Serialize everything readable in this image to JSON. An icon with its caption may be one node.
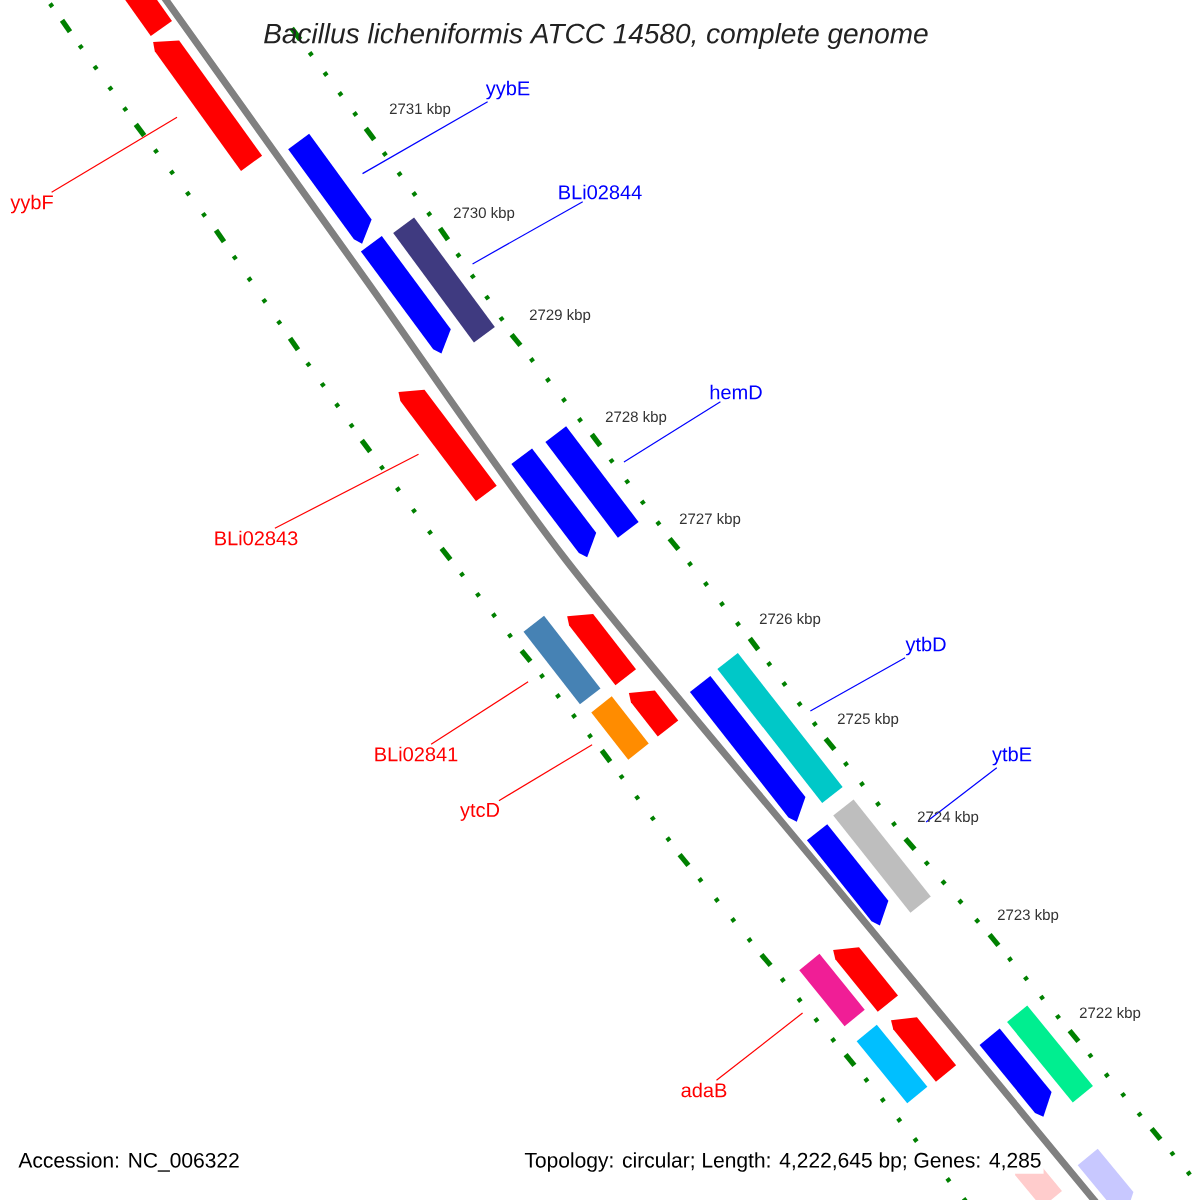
{
  "diagram": {
    "title": "*Bacillus licheniformis* ATCC 14580, complete genome",
    "nodes": [
      {
        "text": [
          "yybE"
        ]
      },
      {
        "text": [
          "BLi02844"
        ]
      },
      {
        "text": [
          "yybF"
        ]
      },
      {
        "text": [
          "hemD"
        ]
      },
      {
        "text": [
          "BLi02843"
        ]
      },
      {
        "text": [
          "ytbD"
        ]
      },
      {
        "text": [
          "BLi02841"
        ]
      },
      {
        "text": [
          "ytbE"
        ]
      },
      {
        "text": [
          "ytcD"
        ]
      },
      {
        "text": [
          "adaB"
        ]
      },
      {
        "text": [],
        "shape": "bar"
      },
      {
        "text": [],
        "shape": "bar"
      },
      {
        "text": [],
        "shape": "bar"
      },
      {
        "text": [],
        "shape": "bar"
      },
      {
        "text": [],
        "shape": "bar"
      },
      {
        "text": [],
        "shape": "bar"
      },
      {
        "text": [],
        "shape": "bar"
      },
      {
        "text": [],
        "shape": "bar"
      },
      {
        "text": [],
        "shape": "bar"
      },
      {
        "text": [],
        "shape": "bar"
      },
      {
        "text": [],
        "shape": "bar"
      },
      {
        "text": [],
        "shape": "bar"
      },
      {
        "text": [],
        "shape": "bar"
      },
      {
        "text": [],
        "shape": "bar"
      },
      {
        "text": [],
        "shape": "bar"
      },
      {
        "text": [],
        "shape": "bar"
      },
      {
        "text": [],
        "shape": "bar"
      },
      {
        "text": [],
        "shape": "bar"
      },
      {
        "text": [],
        "shape": "bar"
      },
      {
        "text": [],
        "shape": "bar"
      },
      {
        "text": [],
        "shape": "bar"
      },
      {
        "text": [],
        "shape": "bar"
      },
      {
        "text": [],
        "shape": "bar"
      },
      {
        "text": [],
        "shape": "bar"
      }
    ],
    "edges": [
      {
        "from": 0,
        "to": 12,
        "arrow": "none",
        "color": "#0000ff"
      },
      {
        "from": 1,
        "to": 13,
        "arrow": "none",
        "color": "#0000ff"
      },
      {
        "from": 2,
        "to": 11,
        "arrow": "none",
        "color": "#ff0000"
      },
      {
        "from": 3,
        "to": 16,
        "arrow": "none",
        "color": "#0000ff"
      },
      {
        "from": 4,
        "to": 15,
        "arrow": "none",
        "color": "#ff0000"
      },
      {
        "from": 5,
        "to": 22,
        "arrow": "none",
        "color": "#0000ff"
      },
      {
        "from": 6,
        "to": 19,
        "arrow": "none",
        "color": "#ff0000"
      },
      {
        "from": 7,
        "to": 24,
        "arrow": "none",
        "color": "#0000ff"
      },
      {
        "from": 8,
        "to": 21,
        "arrow": "none",
        "color": "#ff0000"
      },
      {
        "from": 9,
        "to": 27,
        "arrow": "none",
        "color": "#ff0000"
      }
    ],
    "labels": [
      "2731 kbp",
      "2730 kbp",
      "2729 kbp",
      "2728 kbp",
      "2727 kbp",
      "2726 kbp",
      "2725 kbp",
      "2724 kbp",
      "2723 kbp",
      "2722 kbp",
      "Accession: NC_006322",
      "Topology: circular; Length: 4,222,645 bp; Genes: 4,285"
    ]
  }
}
